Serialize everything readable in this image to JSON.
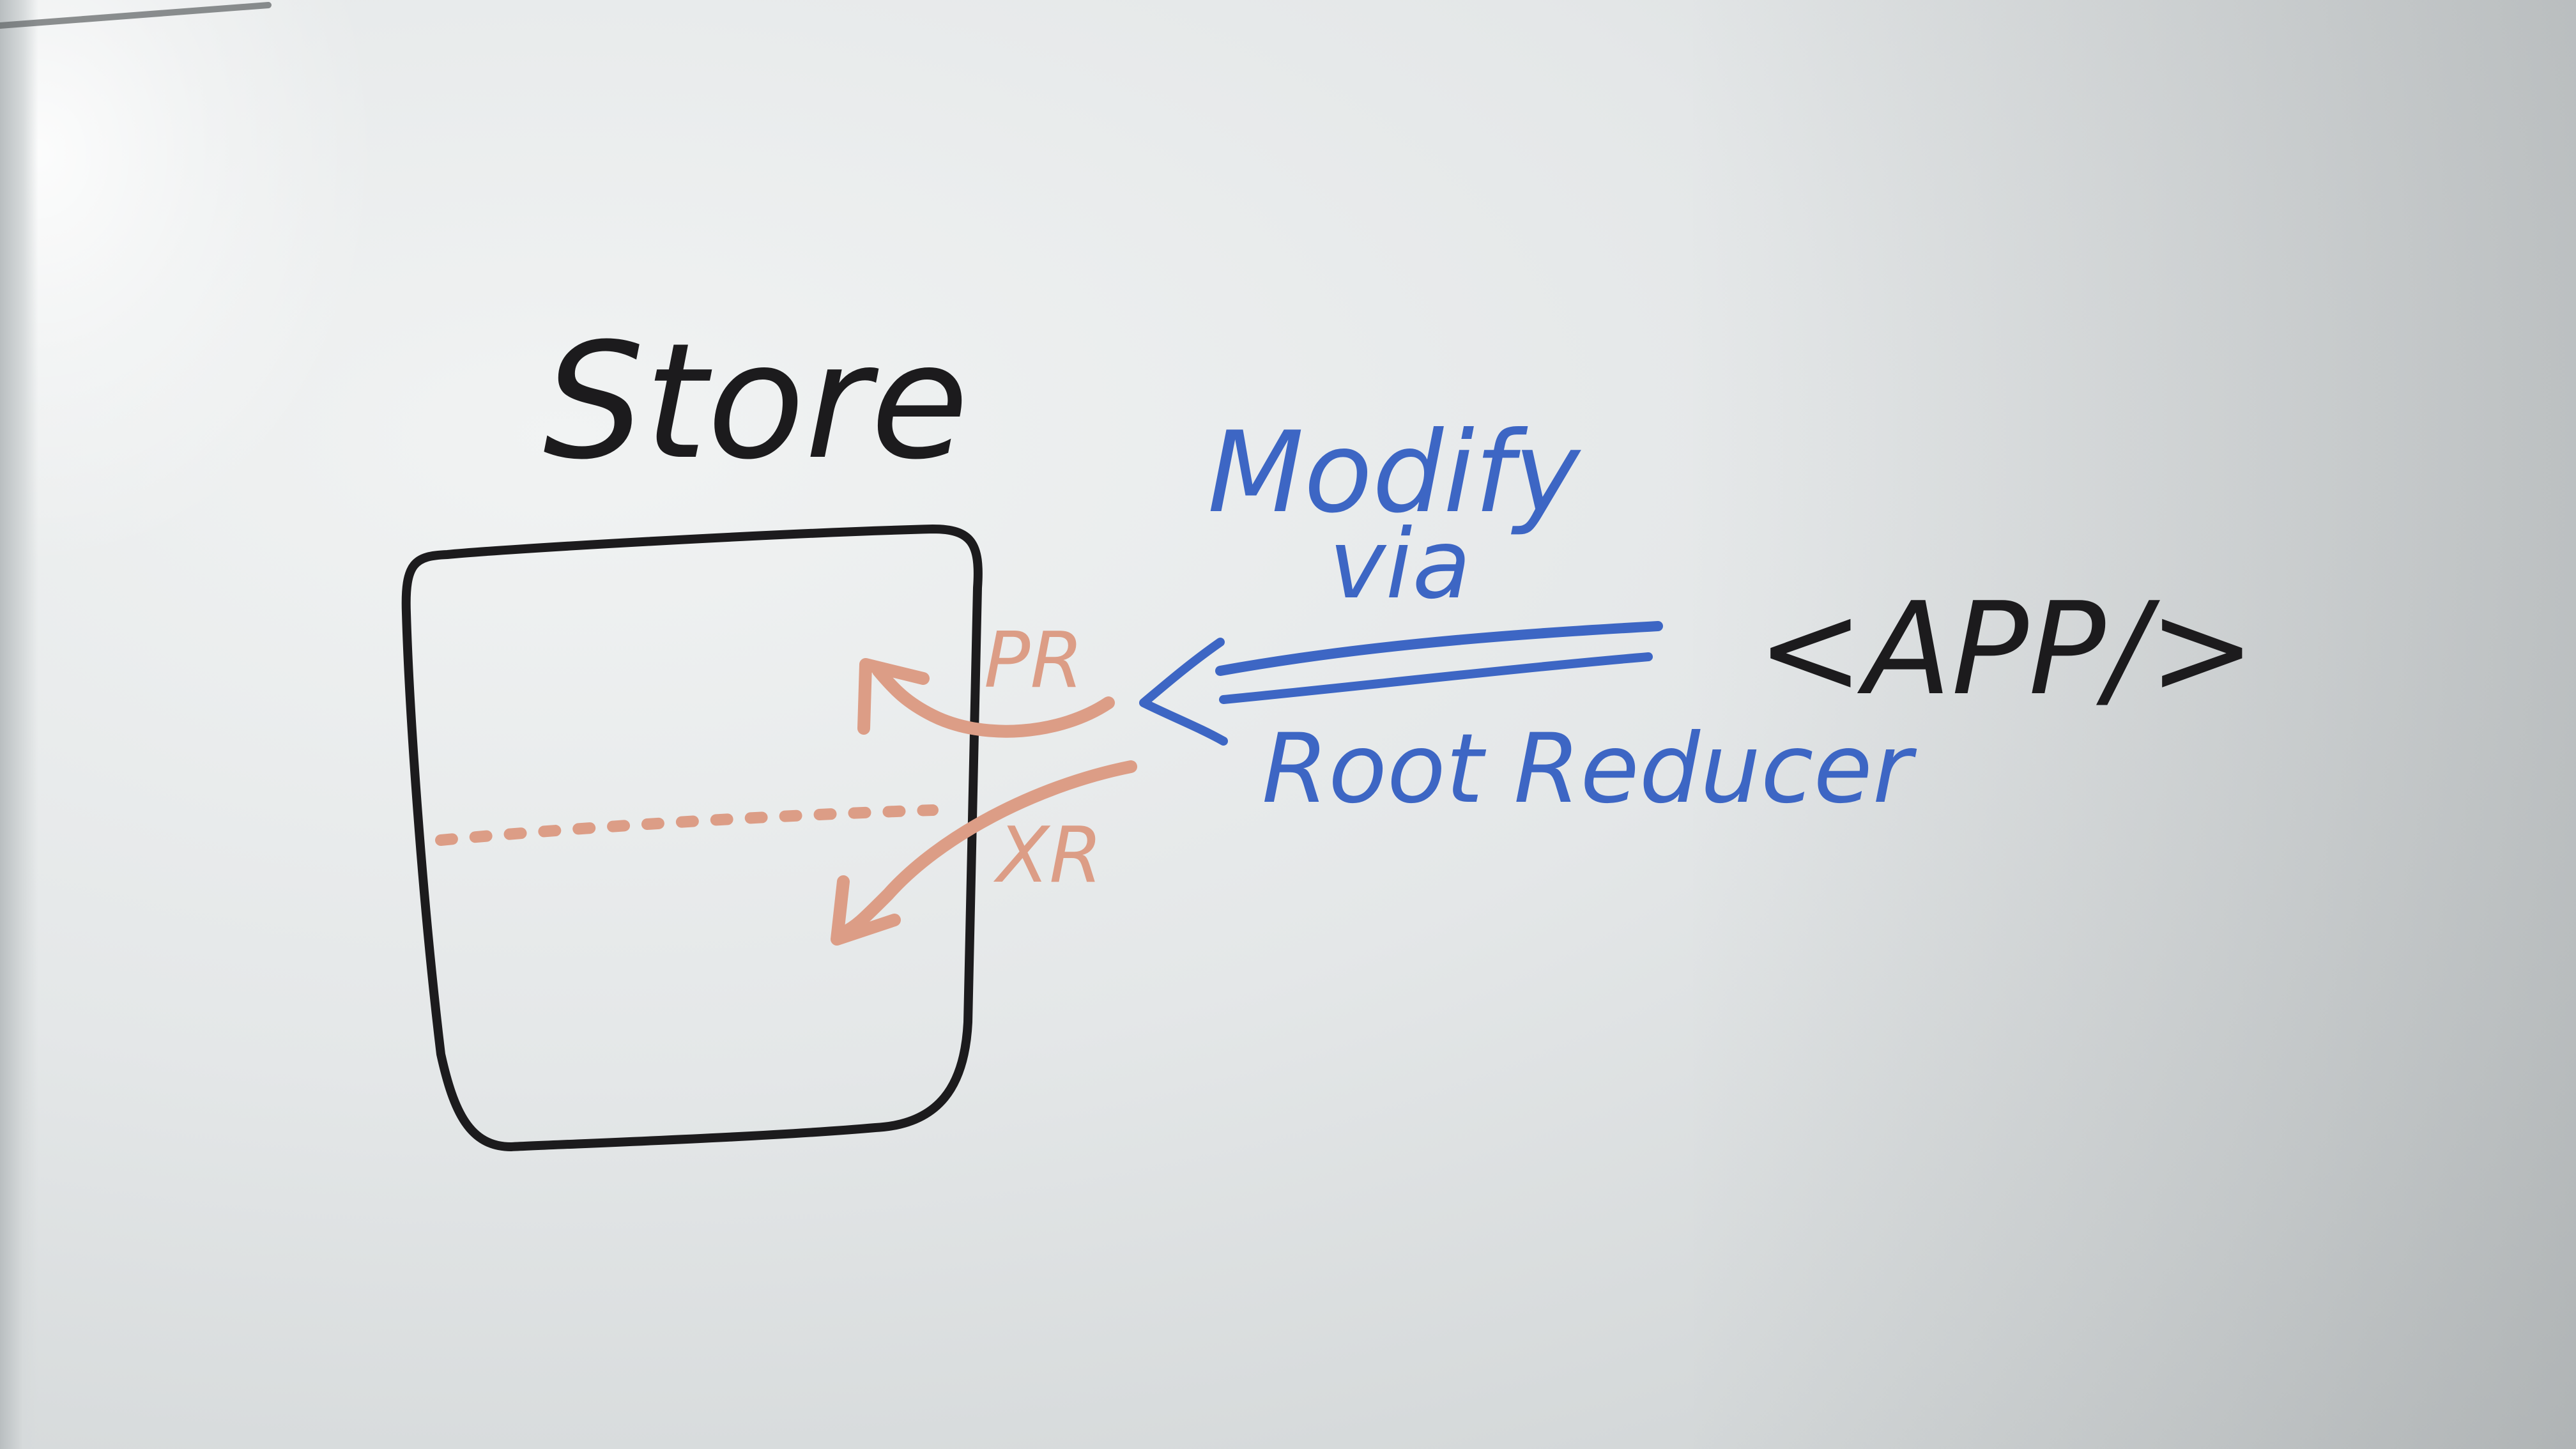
{
  "colors": {
    "black_marker": "#1c1b1d",
    "blue_marker": "#3d66c4",
    "orange_marker": "#dc9d86"
  },
  "diagram": {
    "store_label": "Store",
    "modify_label": "Modify",
    "via_label": "via",
    "root_reducer_label": "Root Reducer",
    "app_label": "<APP/>",
    "pr_label": "PR",
    "xr_label": "XR"
  }
}
